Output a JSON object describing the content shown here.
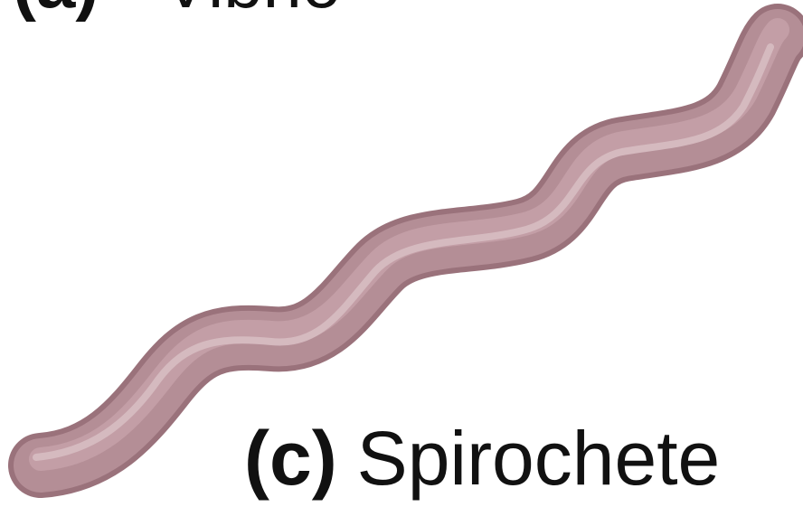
{
  "labels": {
    "top": {
      "letter": "(a)",
      "name": "Vibrio"
    },
    "bottom": {
      "letter": "(c)",
      "name": "Spirochete"
    }
  },
  "colors": {
    "body": "#b48e96",
    "outline": "#9a727b",
    "highlight": "#d7bcc2",
    "text": "#111111",
    "background": "#ffffff"
  }
}
